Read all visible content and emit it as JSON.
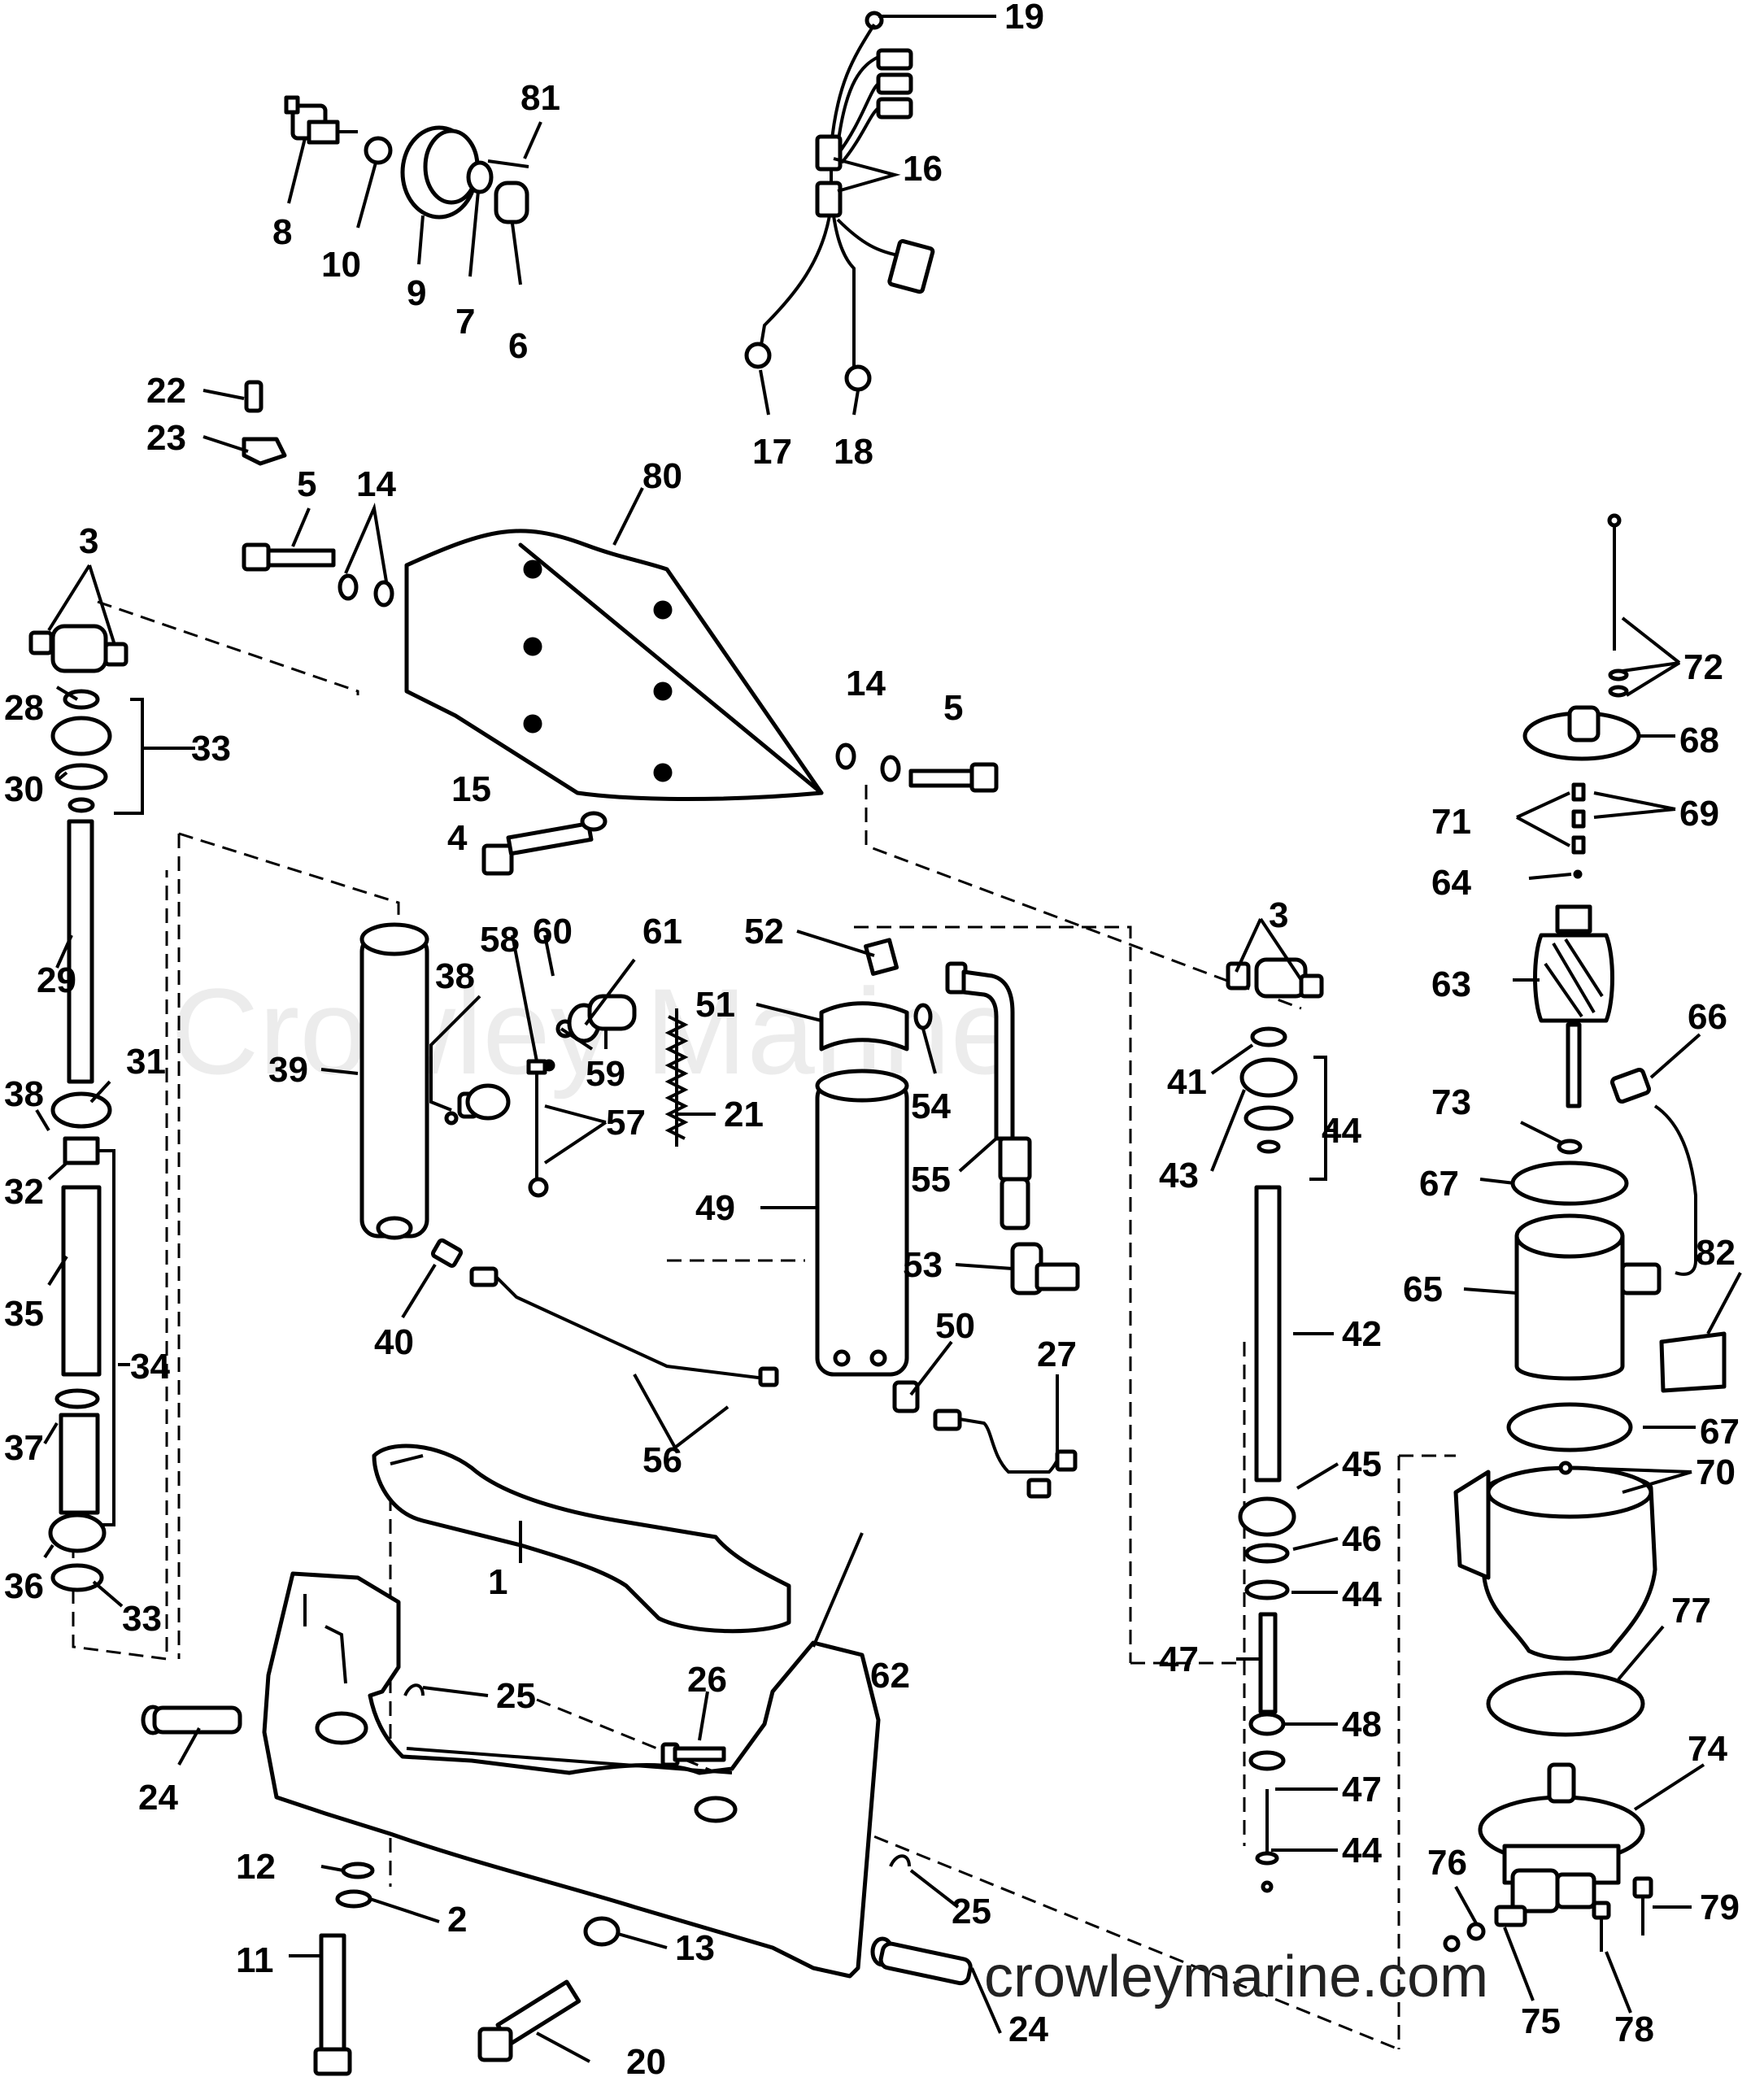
{
  "watermark": "Crowley Marine",
  "website": "crowleymarine.com",
  "callouts": {
    "c1": "1",
    "c2": "2",
    "c3": "3",
    "c4": "4",
    "c5": "5",
    "c6": "6",
    "c7": "7",
    "c8": "8",
    "c9": "9",
    "c10": "10",
    "c11": "11",
    "c12": "12",
    "c13": "13",
    "c14": "14",
    "c15": "15",
    "c16": "16",
    "c17": "17",
    "c18": "18",
    "c19": "19",
    "c20": "20",
    "c21": "21",
    "c22": "22",
    "c23": "23",
    "c24": "24",
    "c25": "25",
    "c26": "26",
    "c27": "27",
    "c28": "28",
    "c29": "29",
    "c30": "30",
    "c31": "31",
    "c32": "32",
    "c33": "33",
    "c34": "34",
    "c35": "35",
    "c36": "36",
    "c37": "37",
    "c38": "38",
    "c39": "39",
    "c40": "40",
    "c41": "41",
    "c42": "42",
    "c43": "43",
    "c44": "44",
    "c45": "45",
    "c46": "46",
    "c47": "47",
    "c48": "48",
    "c49": "49",
    "c50": "50",
    "c51": "51",
    "c52": "52",
    "c53": "53",
    "c54": "54",
    "c55": "55",
    "c56": "56",
    "c57": "57",
    "c58": "58",
    "c59": "59",
    "c60": "60",
    "c61": "61",
    "c62": "62",
    "c63": "63",
    "c64": "64",
    "c65": "65",
    "c66": "66",
    "c67": "67",
    "c68": "68",
    "c69": "69",
    "c70": "70",
    "c71": "71",
    "c72": "72",
    "c73": "73",
    "c74": "74",
    "c75": "75",
    "c76": "76",
    "c77": "77",
    "c78": "78",
    "c79": "79",
    "c80": "80",
    "c81": "81",
    "c82": "82"
  }
}
